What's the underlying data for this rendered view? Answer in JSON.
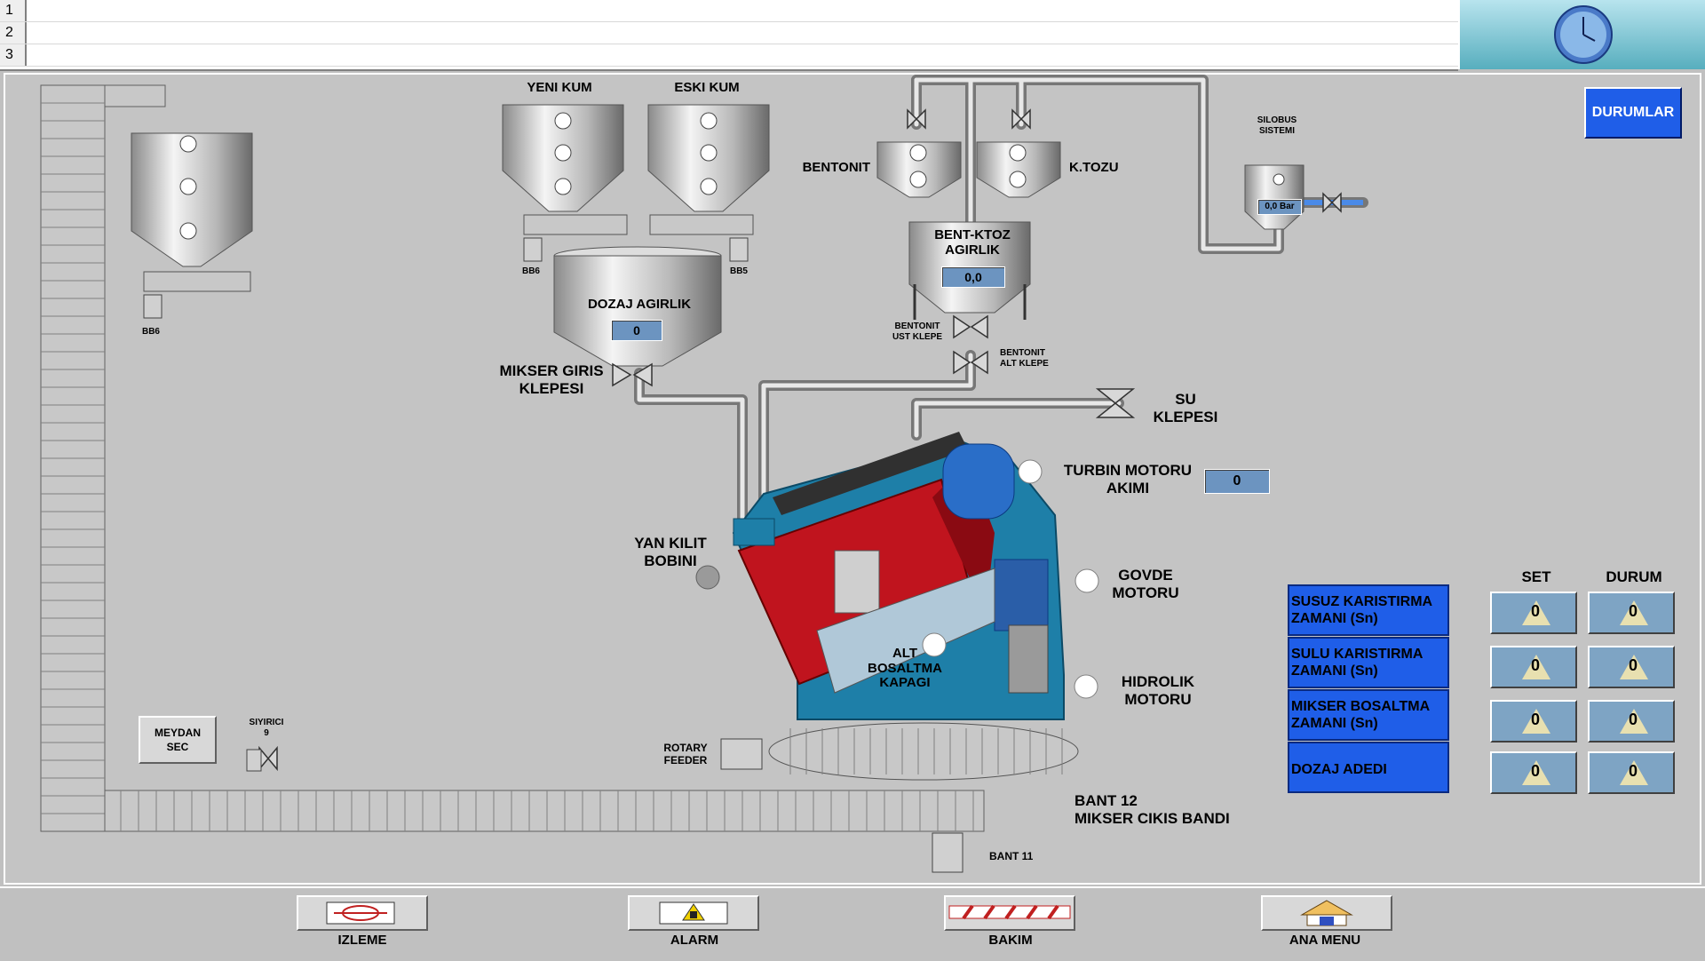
{
  "alarm_lines": [
    "1",
    "2",
    "3"
  ],
  "header": {
    "durumlar_label": "DURUMLAR"
  },
  "silos": {
    "yeni_kum": "YENI KUM",
    "eski_kum": "ESKI KUM",
    "bb6_left": "BB6",
    "bb6": "BB6",
    "bb5": "BB5",
    "dozaj_agirlik": "DOZAJ AGIRLIK",
    "dozaj_value": "0",
    "bentonit": "BENTONIT",
    "ktozu": "K.TOZU",
    "bent_ktoz_agirlik": "BENT-KTOZ\nAGIRLIK",
    "bent_ktoz_value": "0,0",
    "silobus": "SILOBUS\nSISTEMI",
    "silobus_value": "0,0 Bar"
  },
  "valves": {
    "mikser_giris": "MIKSER GIRIS\nKLEPESI",
    "bentonit_ust": "BENTONIT\nUST KLEPE",
    "bentonit_alt": "BENTONIT\nALT KLEPE",
    "su_klepesi": "SU\nKLEPESI",
    "siyirici": "SIYIRICI\n9"
  },
  "mixer": {
    "turbin_motoru": "TURBIN MOTORU\nAKIMI",
    "turbin_value": "0",
    "yan_kilit": "YAN KILIT\nBOBINI",
    "govde_motoru": "GOVDE\nMOTORU",
    "alt_bosaltma": "ALT\nBOSALTMA\nKAPAGI",
    "hidrolik_motoru": "HIDROLIK\nMOTORU",
    "rotary_feeder": "ROTARY\nFEEDER"
  },
  "belts": {
    "bant12": "BANT 12\nMIKSER CIKIS BANDI",
    "bant11": "BANT 11",
    "meydan_sec": "MEYDAN\nSEC"
  },
  "params": {
    "set_header": "SET",
    "durum_header": "DURUM",
    "rows": [
      {
        "label": "SUSUZ KARISTIRMA\nZAMANI (Sn)",
        "set": "0",
        "durum": "0"
      },
      {
        "label": "SULU KARISTIRMA\nZAMANI (Sn)",
        "set": "0",
        "durum": "0"
      },
      {
        "label": "MIKSER BOSALTMA\nZAMANI (Sn)",
        "set": "0",
        "durum": "0"
      },
      {
        "label": "DOZAJ ADEDI",
        "set": "0",
        "durum": "0"
      }
    ]
  },
  "nav": {
    "izleme": "IZLEME",
    "alarm": "ALARM",
    "bakim": "BAKIM",
    "ana_menu": "ANA MENU"
  },
  "colors": {
    "mixer_blue": "#1e7fa8",
    "mixer_red": "#c0141e",
    "param_blue": "#1f5ee8",
    "display_blue": "#6c94c0"
  }
}
